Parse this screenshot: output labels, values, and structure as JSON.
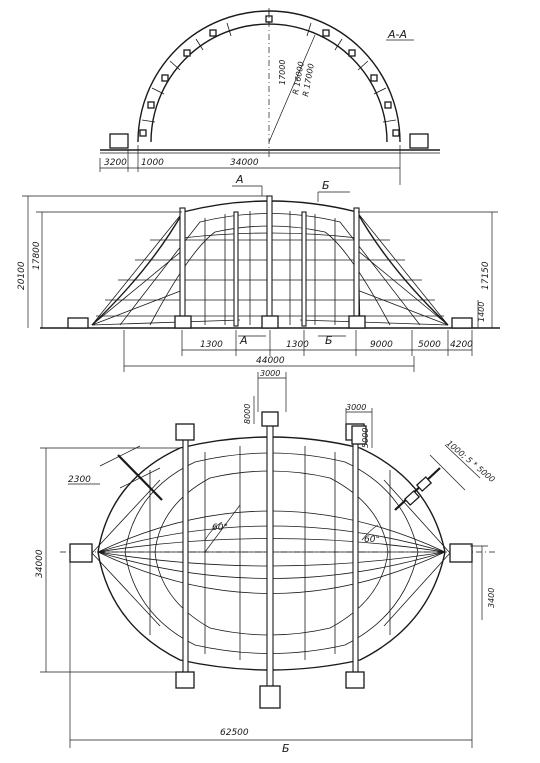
{
  "section_top": {
    "title": "А-А",
    "radius_inner": "R 16000",
    "radius_outer": "R 17000",
    "height": "17000",
    "dims": [
      "3200",
      "1000",
      "34000"
    ]
  },
  "elevation": {
    "mark_a": "А",
    "mark_b": "Б",
    "left_heights": [
      "20100",
      "17800"
    ],
    "right_heights": [
      "17150",
      "1400"
    ],
    "bottom_dims": [
      "1300",
      "1300",
      "9000",
      "5000",
      "4200"
    ],
    "bottom_marks": [
      "А",
      "Б"
    ],
    "total_length": "44000"
  },
  "plan": {
    "top_dims": [
      "3000",
      "8000",
      "3000",
      "5000"
    ],
    "left_dims": [
      "2300",
      "34000"
    ],
    "angles": [
      "60°",
      "60°"
    ],
    "spacing": "1000; 5 * 5000",
    "right_dim": "3400",
    "total_length": "62500",
    "mark_b": "Б"
  }
}
